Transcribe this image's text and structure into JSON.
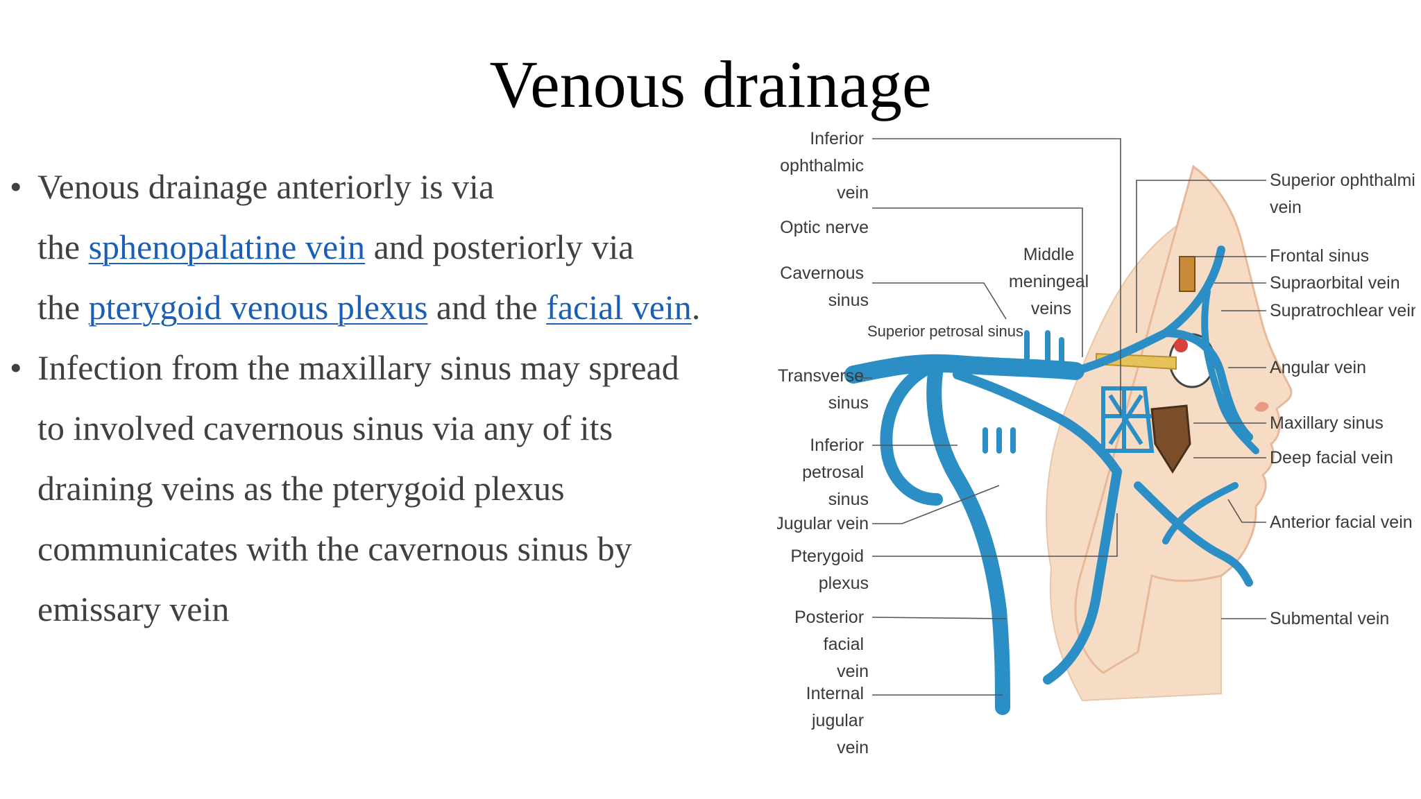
{
  "title": "Venous drainage",
  "bullets": [
    {
      "line1": "Venous drainage anteriorly is via",
      "the1": "the ",
      "link1": "sphenopalatine vein",
      "mid1": " and posteriorly via",
      "the2": "the ",
      "link2": "pterygoid venous plexus",
      "mid2": " and the ",
      "link3": "facial vein",
      "end": "."
    },
    {
      "lines": [
        "Infection from the maxillary sinus may spread",
        "to involved cavernous sinus via any of its",
        "draining veins as the pterygoid plexus",
        "communicates with the cavernous sinus by",
        "emissary vein"
      ]
    }
  ],
  "bullet_glyph": "•",
  "figure": {
    "left_labels": [
      [
        "Inferior",
        "ophthalmic",
        "vein"
      ],
      [
        "Optic nerve"
      ],
      [
        "Cavernous",
        "sinus"
      ],
      [
        "Transverse",
        "sinus"
      ],
      [
        "Inferior",
        "petrosal",
        "sinus"
      ],
      [
        "Jugular vein"
      ],
      [
        "Pterygoid",
        "plexus"
      ],
      [
        "Posterior",
        "facial",
        "vein"
      ],
      [
        "Internal",
        "jugular",
        "vein"
      ]
    ],
    "middle_labels": [
      [
        "Middle",
        "meningeal",
        "veins"
      ],
      [
        "Superior petrosal sinus"
      ]
    ],
    "right_labels": [
      [
        "Superior ophthalmic",
        "vein"
      ],
      [
        "Frontal sinus"
      ],
      [
        "Supraorbital vein"
      ],
      [
        "Supratrochlear vein"
      ],
      [
        "Angular vein"
      ],
      [
        "Maxillary sinus"
      ],
      [
        "Deep facial vein"
      ],
      [
        "Anterior facial vein"
      ],
      [
        "Submental vein"
      ]
    ]
  },
  "colors": {
    "vein": "#2b8fc6",
    "skin": "#f6dcc4",
    "link": "#1a5fb4",
    "text": "#404040"
  }
}
